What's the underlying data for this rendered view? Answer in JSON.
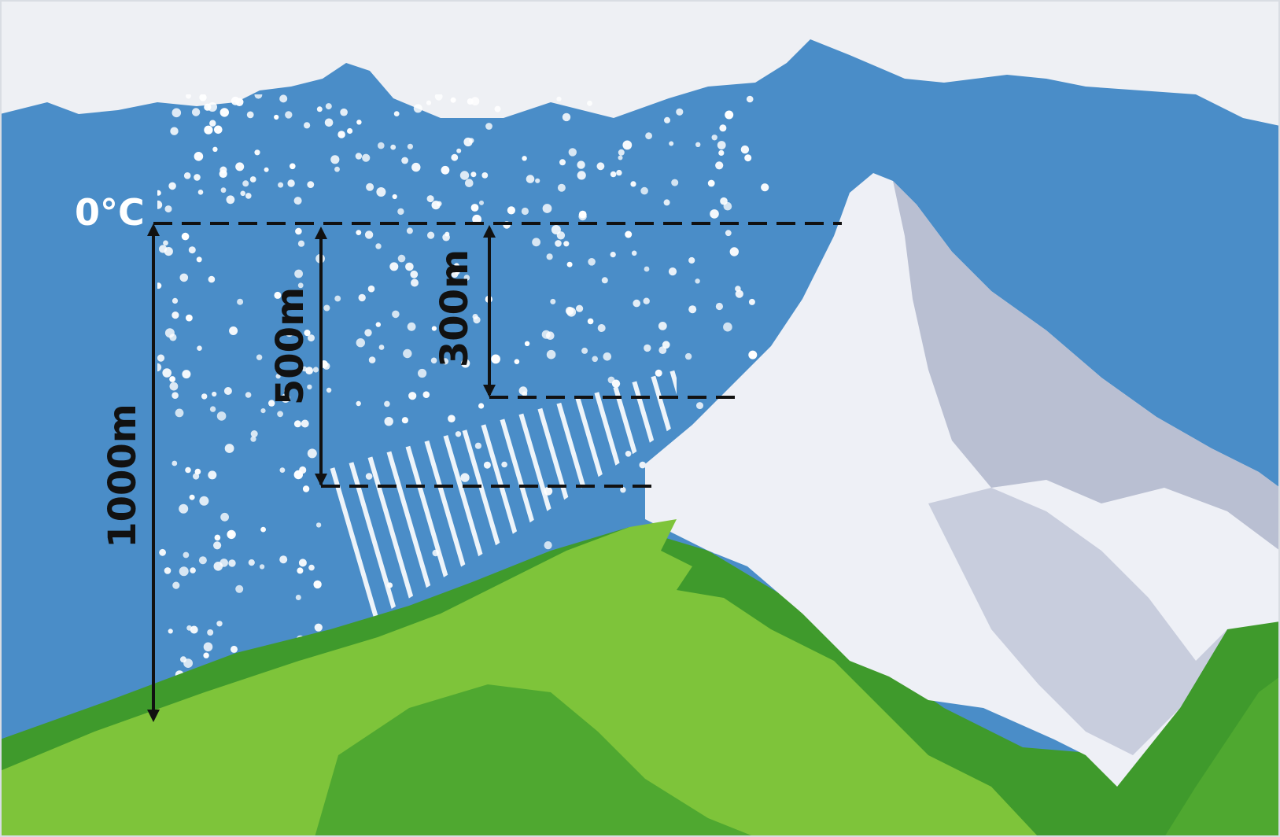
{
  "labels": {
    "freezing_level": "0°C",
    "dist_1000": "1000m",
    "dist_500": "500m",
    "dist_300": "300m"
  },
  "colors": {
    "sky": "#4a8dc8",
    "cloud": "#eef0f4",
    "snow": "#ffffff",
    "grass_light": "#7ec43a",
    "grass_dark": "#3f9a2c",
    "mountain_light": "#eef0f6",
    "mountain_shadow": "#b9bfd2",
    "line": "#111111"
  },
  "icons": {
    "snowflakes": "snowflake-dots-icon",
    "rain": "rain-streaks-icon"
  }
}
